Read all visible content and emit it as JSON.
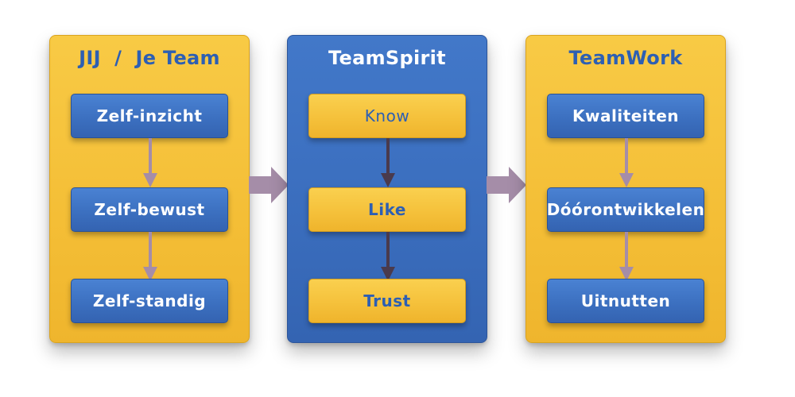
{
  "panels": [
    {
      "title": "JIJ  /  Je Team",
      "color": "#f4be36",
      "steps": [
        "Zelf-inzicht",
        "Zelf-bewust",
        "Zelf-standig"
      ]
    },
    {
      "title": "TeamSpirit",
      "color": "#3a6dbd",
      "steps": [
        "Know",
        "Like",
        "Trust"
      ]
    },
    {
      "title": "TeamWork",
      "color": "#f4be36",
      "steps": [
        "Kwaliteiten",
        "Dóórontwikkelen",
        "Uitnutten"
      ]
    }
  ],
  "colors": {
    "blue": "#3a6dbd",
    "yellow": "#f4be36",
    "title_blue": "#2d5fb3",
    "arrow_light": "#a58da8",
    "arrow_dark": "#4a3a4c"
  }
}
